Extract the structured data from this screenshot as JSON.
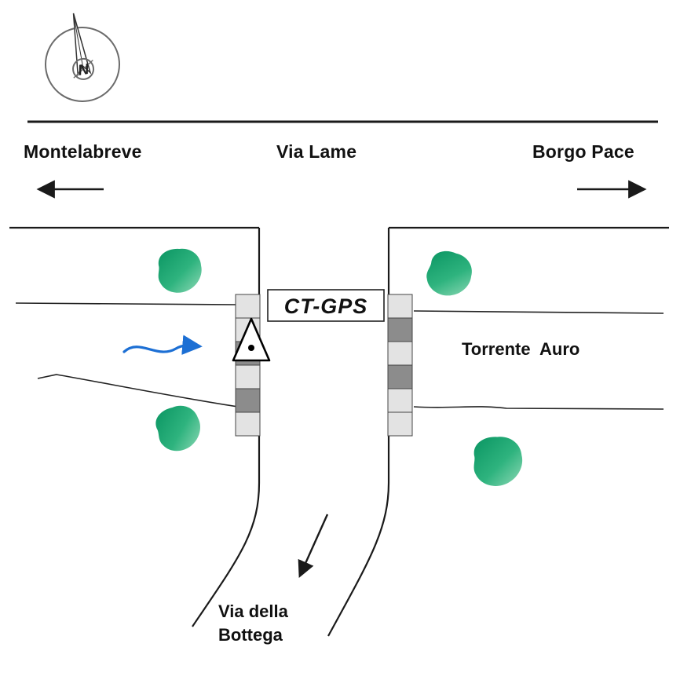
{
  "compass": {
    "label": "N"
  },
  "header": {
    "left_destination": "Montelabreve",
    "road_name": "Via Lame",
    "right_destination": "Borgo Pace"
  },
  "station": {
    "label": "CT-GPS"
  },
  "river": {
    "label": "Torrente  Auro"
  },
  "south_road": {
    "line1": "Via della",
    "line2": "Bottega"
  },
  "colors": {
    "ink": "#1a1a1a",
    "tree_dark": "#0a9562",
    "tree_light": "#8fd9b6",
    "flow_blue": "#1c6fd4",
    "abutment_light": "#e3e3e3",
    "abutment_dark": "#8c8c8c"
  }
}
